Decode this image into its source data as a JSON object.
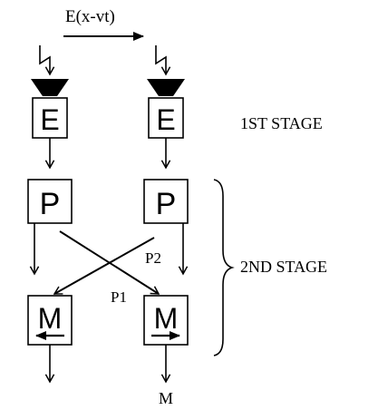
{
  "top_label": "E(x-vt)",
  "left": {
    "stage1_box": "E",
    "stage2_box": "P",
    "output_box": "M"
  },
  "right": {
    "stage1_box": "E",
    "stage2_box": "P",
    "output_box": "M",
    "output_label": "M"
  },
  "cross_labels": {
    "p1": "P1",
    "p2": "P2"
  },
  "stages": {
    "first": "1ST STAGE",
    "second": "2ND STAGE"
  }
}
